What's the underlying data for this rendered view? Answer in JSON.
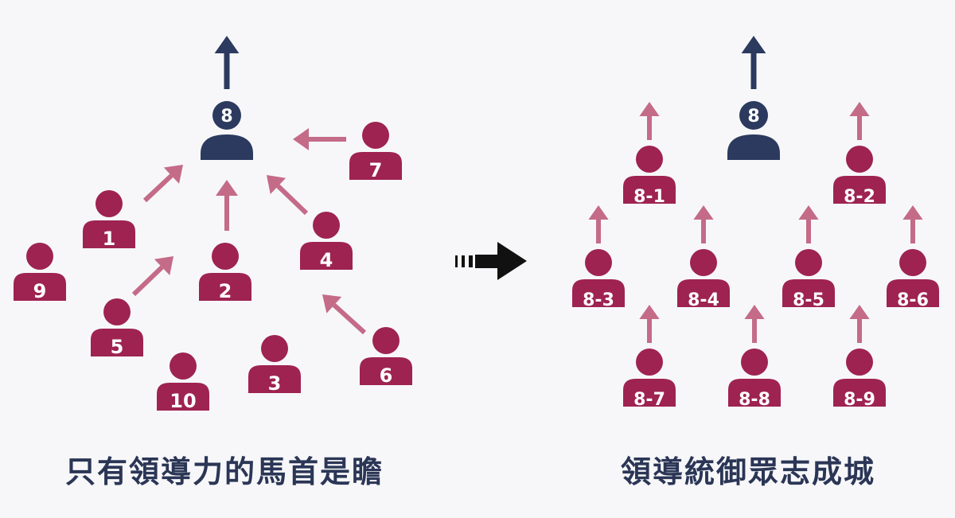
{
  "colors": {
    "leader": "#2b3a5e",
    "member": "#9e2350",
    "arrow": "#c46b88",
    "transition_arrow": "#111111",
    "caption": "#2b3656",
    "background": "#f7f7f9"
  },
  "left": {
    "leader_label": "8",
    "members": [
      "1",
      "2",
      "4",
      "7",
      "9",
      "5",
      "10",
      "3",
      "6"
    ],
    "caption": "只有領導力的馬首是瞻"
  },
  "right": {
    "leader_label": "8",
    "members": [
      "8-1",
      "8-2",
      "8-3",
      "8-4",
      "8-5",
      "8-6",
      "8-7",
      "8-8",
      "8-9"
    ],
    "caption": "領導統御眾志成城"
  }
}
